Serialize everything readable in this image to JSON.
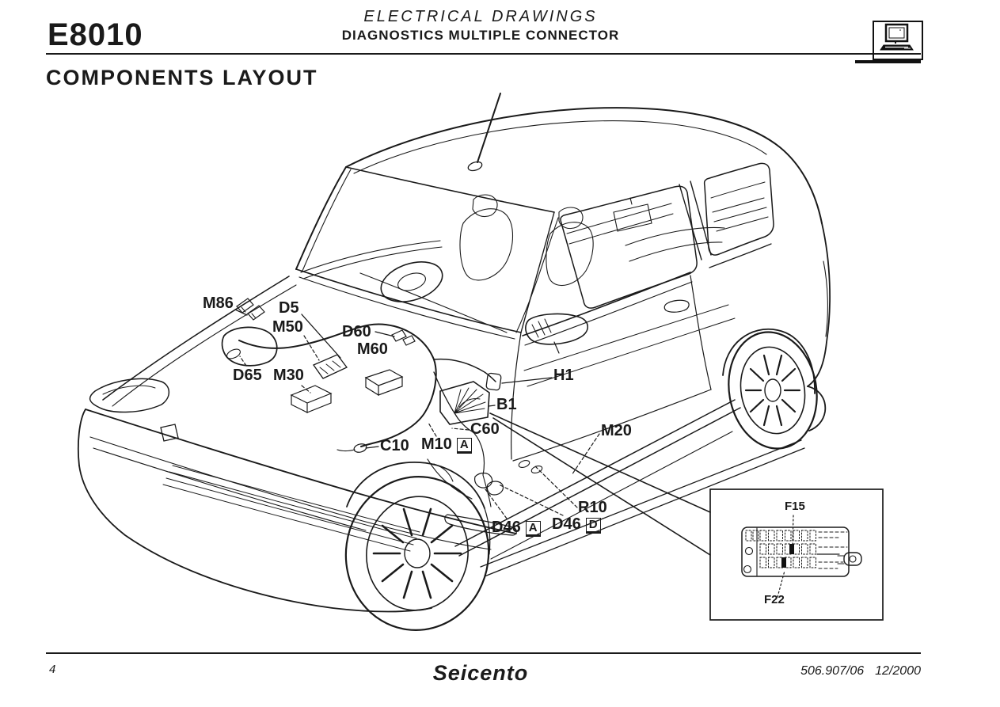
{
  "page": {
    "background": "#ffffff",
    "ink": "#1a1a1a"
  },
  "header": {
    "code": "E8010",
    "title_italic": "ELECTRICAL DRAWINGS",
    "subtitle": "DIAGNOSTICS MULTIPLE CONNECTOR",
    "section_title": "COMPONENTS LAYOUT",
    "corner_icon": "computer-icon"
  },
  "diagram": {
    "description": "Line drawing of Fiat Seicento, front three-quarter view, showing locations of diagnostic connectors and components, with zoom inset of fuse box",
    "component_labels": [
      {
        "text": "M86",
        "suffix": null
      },
      {
        "text": "D5",
        "suffix": null
      },
      {
        "text": "M50",
        "suffix": null
      },
      {
        "text": "D60",
        "suffix": null
      },
      {
        "text": "M60",
        "suffix": null
      },
      {
        "text": "D65",
        "suffix": null
      },
      {
        "text": "M30",
        "suffix": null
      },
      {
        "text": "H1",
        "suffix": null
      },
      {
        "text": "B1",
        "suffix": null
      },
      {
        "text": "C60",
        "suffix": null
      },
      {
        "text": "M20",
        "suffix": null
      },
      {
        "text": "C10",
        "suffix": null
      },
      {
        "text": "M10",
        "suffix": "A"
      },
      {
        "text": "R10",
        "suffix": null
      },
      {
        "text": "D46",
        "suffix": "A"
      },
      {
        "text": "D46",
        "suffix": "D"
      }
    ],
    "inset": {
      "labels": {
        "f15": "F15",
        "f22": "F22"
      }
    }
  },
  "footer": {
    "page_number": "4",
    "model": "Seicento",
    "doc_number": "506.907/06",
    "date": "12/2000"
  }
}
